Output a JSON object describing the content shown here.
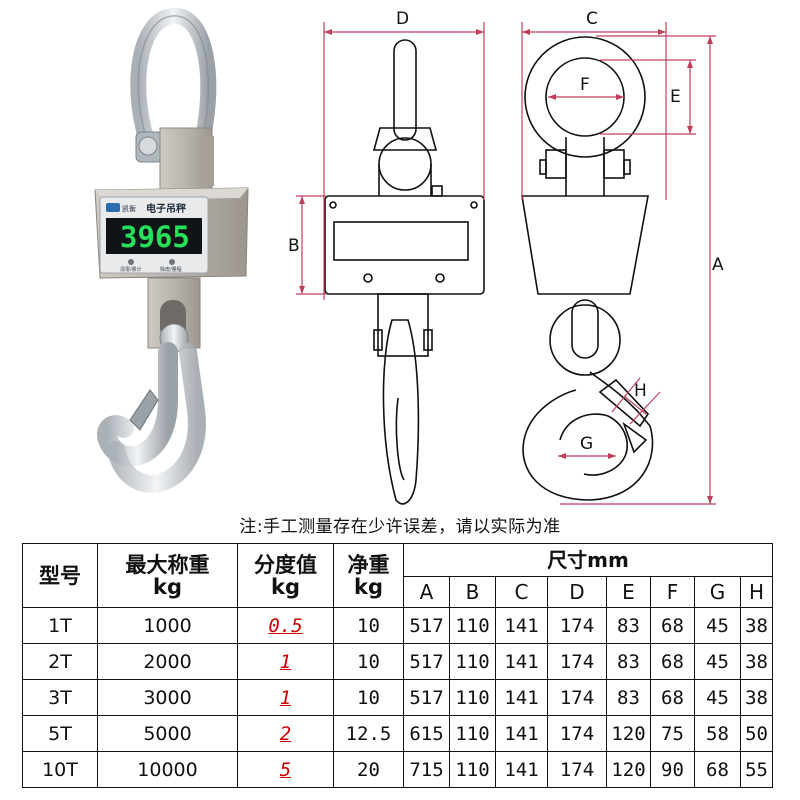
{
  "product": {
    "brand_badge": "凯衡",
    "panel_title": "电子吊秤",
    "display_value": "3965",
    "button_left": "清零/累计",
    "button_right": "除皮/量程"
  },
  "diagram": {
    "dimension_labels": [
      "D",
      "C",
      "B",
      "F",
      "E",
      "A",
      "H",
      "G"
    ],
    "dimension_color": "#c0405a"
  },
  "note": "注:手工测量存在少许误差，请以实际为准",
  "table": {
    "headers": {
      "model": "型号",
      "capacity": "最大称重\nkg",
      "division": "分度值\nkg",
      "net_weight": "净重\nkg",
      "dimensions": "尺寸mm"
    },
    "dim_columns": [
      "A",
      "B",
      "C",
      "D",
      "E",
      "F",
      "G",
      "H"
    ],
    "rows": [
      {
        "model": "1T",
        "capacity": "1000",
        "division": "0.5",
        "net_weight": "10",
        "dims": [
          "517",
          "110",
          "141",
          "174",
          "83",
          "68",
          "45",
          "38"
        ]
      },
      {
        "model": "2T",
        "capacity": "2000",
        "division": "1",
        "net_weight": "10",
        "dims": [
          "517",
          "110",
          "141",
          "174",
          "83",
          "68",
          "45",
          "38"
        ]
      },
      {
        "model": "3T",
        "capacity": "3000",
        "division": "1",
        "net_weight": "10",
        "dims": [
          "517",
          "110",
          "141",
          "174",
          "83",
          "68",
          "45",
          "38"
        ]
      },
      {
        "model": "5T",
        "capacity": "5000",
        "division": "2",
        "net_weight": "12.5",
        "dims": [
          "615",
          "110",
          "141",
          "174",
          "120",
          "75",
          "58",
          "50"
        ]
      },
      {
        "model": "10T",
        "capacity": "10000",
        "division": "5",
        "net_weight": "20",
        "dims": [
          "715",
          "110",
          "141",
          "174",
          "120",
          "90",
          "68",
          "55"
        ]
      }
    ]
  }
}
